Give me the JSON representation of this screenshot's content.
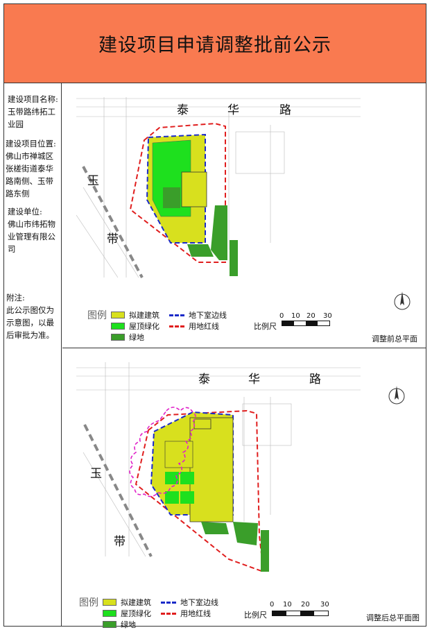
{
  "title": "建设项目申请调整批前公示",
  "info": {
    "name_label": "建设项目名称:",
    "name_value": "玉带路纬拓工业园",
    "location_label": "建设项目位置:",
    "location_value": "佛山市禅城区张槎街道泰华路南侧、玉带路东侧",
    "unit_label": "建设单位:",
    "unit_value": "佛山市纬拓物业管理有限公司",
    "note_label": "附注:",
    "note_value": "此公示图仅为示意图，以最后审批为准。"
  },
  "roads": {
    "north_1": "泰",
    "north_2": "华",
    "north_3": "路",
    "west_1": "玉",
    "west_2": "带"
  },
  "legend": {
    "header": "图例",
    "items": [
      "拟建建筑",
      "屋顶绿化",
      "绿地",
      "地下室边线",
      "用地红线"
    ]
  },
  "scale": {
    "label": "比例尺",
    "ticks": [
      "0",
      "10",
      "20",
      "30"
    ]
  },
  "plans": {
    "before_caption": "调整前总平面",
    "after_caption": "调整后总平面图"
  },
  "colors": {
    "header_bg": "#f97a50",
    "building": "#d8e01e",
    "roof_green": "#1ee01e",
    "green_land": "#3a9e2a",
    "basement_line": "#1a2ac8",
    "red_line": "#e01e1e",
    "cloud_revision": "#e020c8"
  }
}
